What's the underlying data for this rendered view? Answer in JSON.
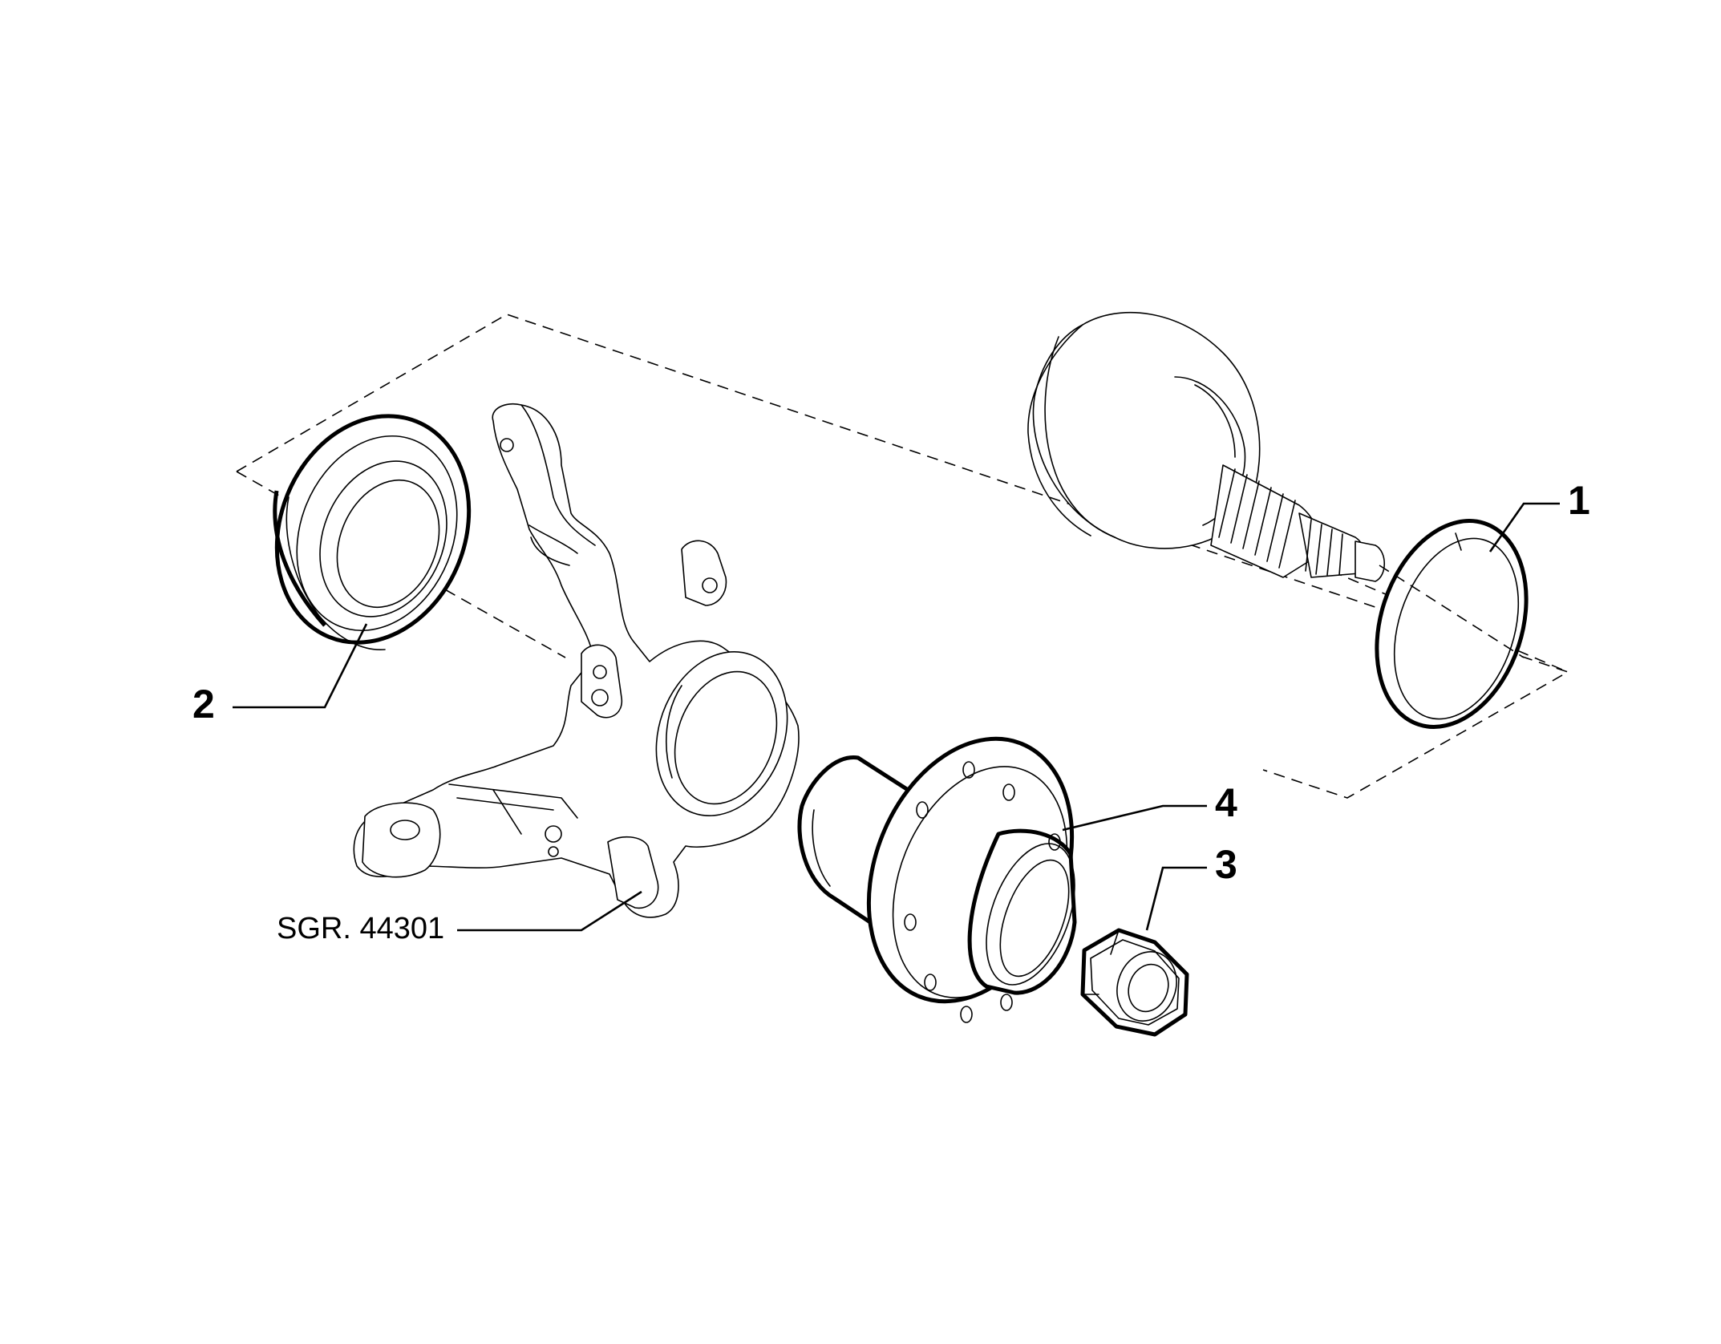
{
  "diagram": {
    "callouts": [
      {
        "id": "1",
        "label": "1"
      },
      {
        "id": "2",
        "label": "2"
      },
      {
        "id": "3",
        "label": "3"
      },
      {
        "id": "4",
        "label": "4"
      }
    ],
    "reference_label": "SGR. 44301"
  },
  "icons": {
    "cv-joint": "cv-joint-icon",
    "snap-ring": "snap-ring-icon",
    "bearing": "bearing-icon",
    "steering-knuckle": "steering-knuckle-icon",
    "wheel-hub": "wheel-hub-icon",
    "hub-nut": "hub-nut-icon"
  },
  "colors": {
    "line": "#000000",
    "background": "#ffffff"
  }
}
